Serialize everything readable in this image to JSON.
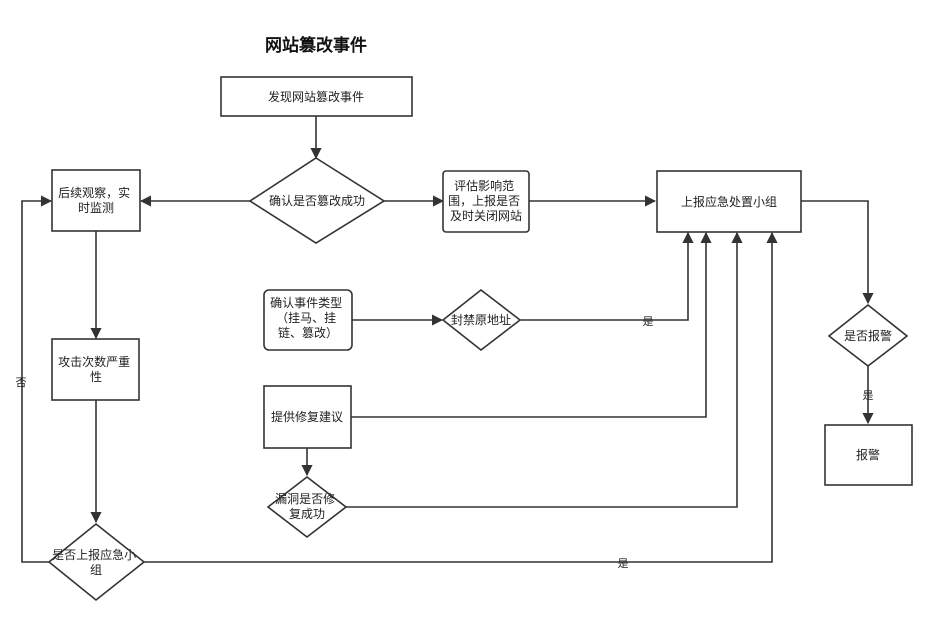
{
  "title": "网站篡改事件",
  "nodes": {
    "discover": [
      "发现网站篡改事件"
    ],
    "confirm": [
      "确认是否篡改成功"
    ],
    "assess": [
      "评估影响范",
      "围，上报是否",
      "及时关闭网站"
    ],
    "report_group": [
      "上报应急处置小组"
    ],
    "observe": [
      "后续观察，实",
      "时监测"
    ],
    "severity": [
      "攻击次数严重",
      "性"
    ],
    "should_report": [
      "是否上报应急小",
      "组"
    ],
    "type": [
      "确认事件类型",
      "（挂马、挂",
      "链、篡改）"
    ],
    "block": [
      "封禁原地址"
    ],
    "suggest": [
      "提供修复建议"
    ],
    "fixed": [
      "漏洞是否修",
      "复成功"
    ],
    "alarm_q": [
      "是否报警"
    ],
    "alarm": [
      "报警"
    ]
  },
  "edge_labels": {
    "yes": "是",
    "no": "否"
  },
  "colors": {
    "stroke": "#333333",
    "fill": "#ffffff"
  }
}
